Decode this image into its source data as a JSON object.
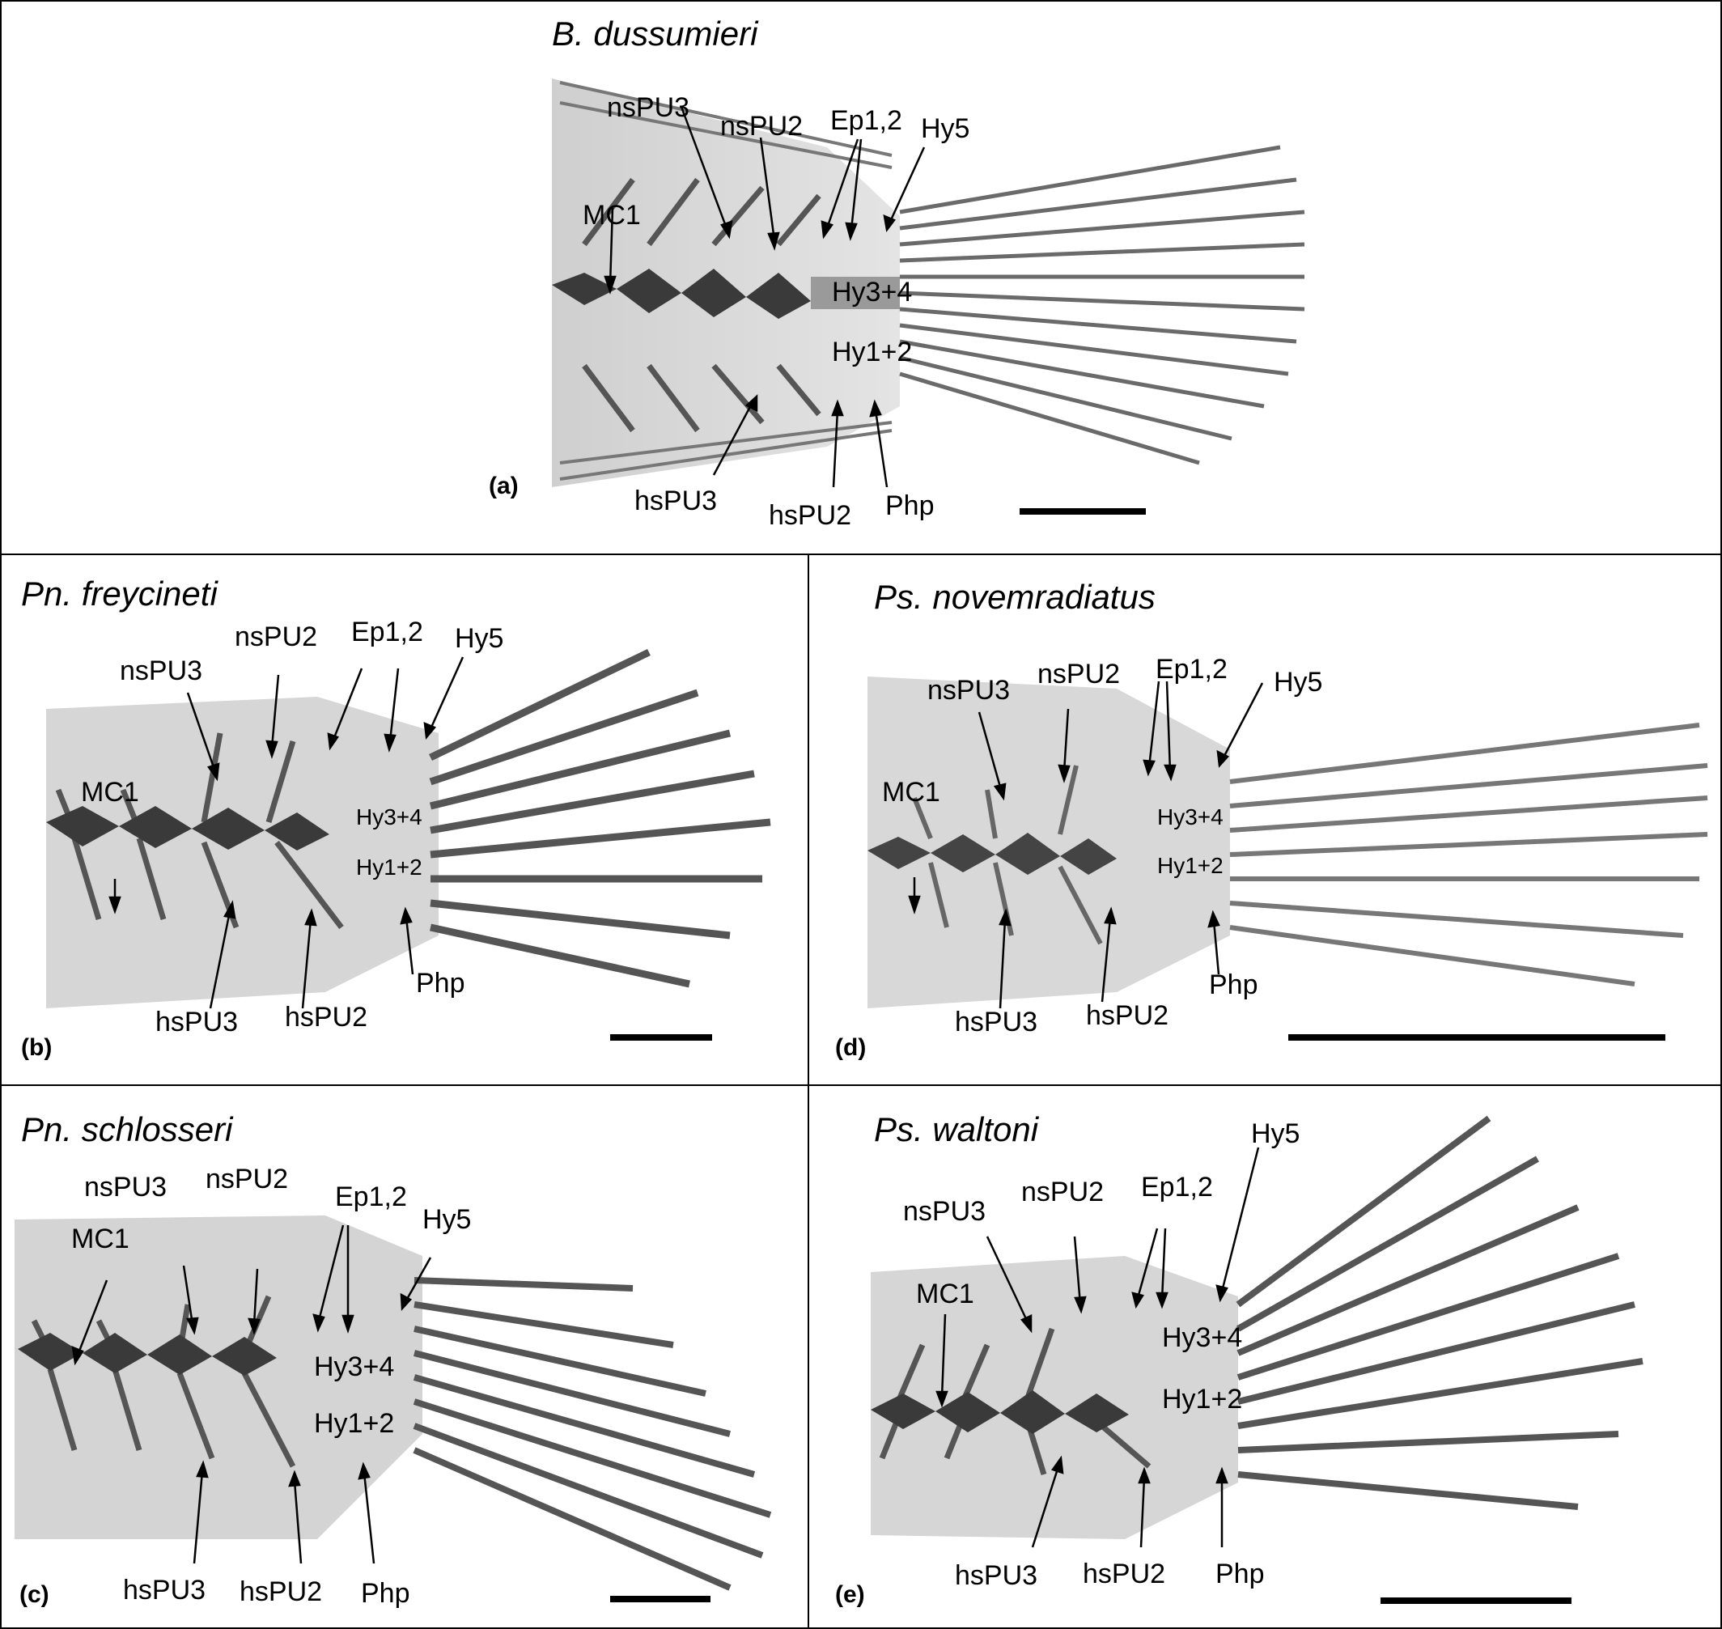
{
  "panels": [
    {
      "letter": "(a)",
      "species": "B. dussumieri",
      "labels": {
        "nsPU3": "nsPU3",
        "nsPU2": "nsPU2",
        "Ep": "Ep1,2",
        "Hy5": "Hy5",
        "MC1": "MC1",
        "Hy34": "Hy3+4",
        "Hy12": "Hy1+2",
        "hsPU3": "hsPU3",
        "hsPU2": "hsPU2",
        "Php": "Php"
      }
    },
    {
      "letter": "(b)",
      "species": "Pn. freycineti",
      "labels": {
        "nsPU3": "nsPU3",
        "nsPU2": "nsPU2",
        "Ep": "Ep1,2",
        "Hy5": "Hy5",
        "MC1": "MC1",
        "Hy34": "Hy3+4",
        "Hy12": "Hy1+2",
        "hsPU3": "hsPU3",
        "hsPU2": "hsPU2",
        "Php": "Php"
      }
    },
    {
      "letter": "(c)",
      "species": "Pn. schlosseri",
      "labels": {
        "nsPU3": "nsPU3",
        "nsPU2": "nsPU2",
        "Ep": "Ep1,2",
        "Hy5": "Hy5",
        "MC1": "MC1",
        "Hy34": "Hy3+4",
        "Hy12": "Hy1+2",
        "hsPU3": "hsPU3",
        "hsPU2": "hsPU2",
        "Php": "Php"
      }
    },
    {
      "letter": "(d)",
      "species": "Ps. novemradiatus",
      "labels": {
        "nsPU3": "nsPU3",
        "nsPU2": "nsPU2",
        "Ep": "Ep1,2",
        "Hy5": "Hy5",
        "MC1": "MC1",
        "Hy34": "Hy3+4",
        "Hy12": "Hy1+2",
        "hsPU3": "hsPU3",
        "hsPU2": "hsPU2",
        "Php": "Php"
      }
    },
    {
      "letter": "(e)",
      "species": "Ps. waltoni",
      "labels": {
        "nsPU3": "nsPU3",
        "nsPU2": "nsPU2",
        "Ep": "Ep1,2",
        "Hy5": "Hy5",
        "MC1": "MC1",
        "Hy34": "Hy3+4",
        "Hy12": "Hy1+2",
        "hsPU3": "hsPU3",
        "hsPU2": "hsPU2",
        "Php": "Php"
      }
    }
  ]
}
